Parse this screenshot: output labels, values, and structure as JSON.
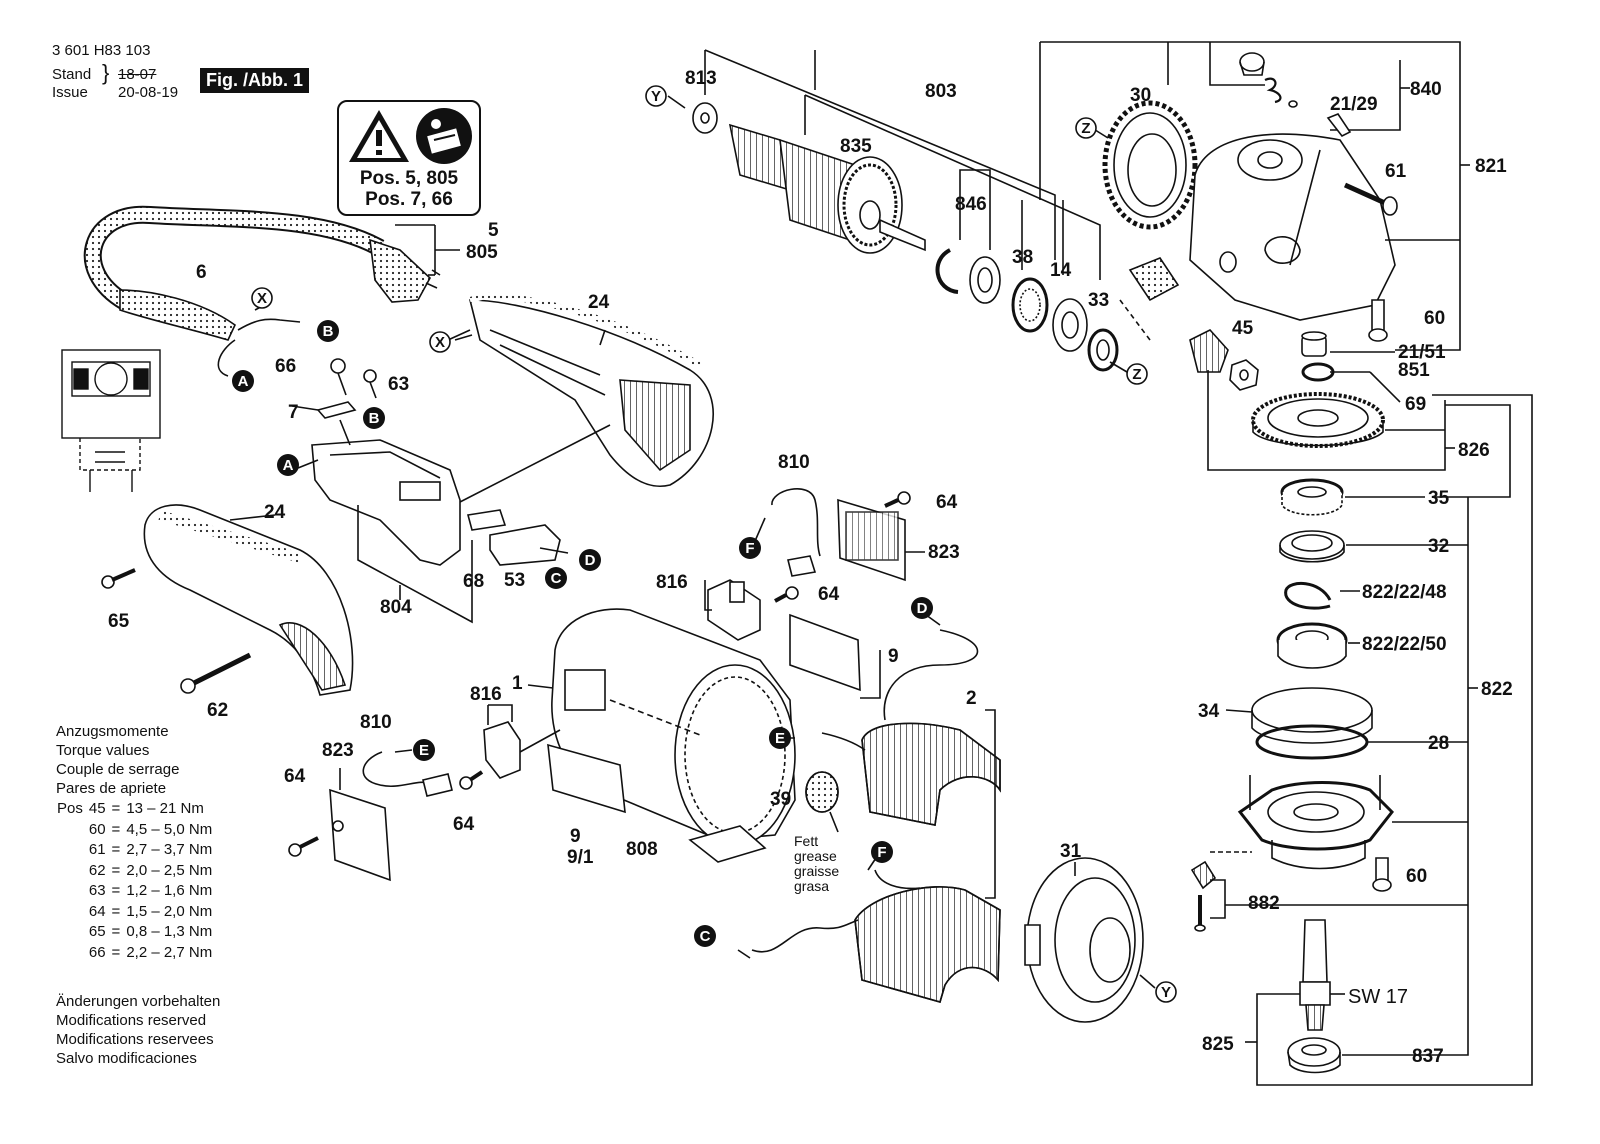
{
  "doc": {
    "part_no": "3 601 H83 103",
    "stand_label": "Stand",
    "issue_label": "Issue",
    "old_date": "18-07",
    "new_date": "20-08-19",
    "figure": "Fig. /Abb. 1"
  },
  "warning": {
    "line1": "Pos. 5, 805",
    "line2": "Pos. 7, 66"
  },
  "torque": {
    "headings": [
      "Anzugsmomente",
      "Torque values",
      "Couple de serrage",
      "Pares de apriete"
    ],
    "pos_label": "Pos",
    "rows": [
      {
        "pos": "45",
        "value": "13 – 21 Nm"
      },
      {
        "pos": "60",
        "value": "4,5 – 5,0 Nm"
      },
      {
        "pos": "61",
        "value": "2,7 – 3,7 Nm"
      },
      {
        "pos": "62",
        "value": "2,0 – 2,5 Nm"
      },
      {
        "pos": "63",
        "value": "1,2 – 1,6 Nm"
      },
      {
        "pos": "64",
        "value": "1,5 – 2,0 Nm"
      },
      {
        "pos": "65",
        "value": "0,8 – 1,3 Nm"
      },
      {
        "pos": "66",
        "value": "2,2 – 2,7 Nm"
      }
    ]
  },
  "disclaimer": [
    "Änderungen vorbehalten",
    "Modifications reserved",
    "Modifications reservees",
    "Salvo modificaciones"
  ],
  "grease": [
    "Fett",
    "grease",
    "graisse",
    "grasa"
  ],
  "parts": {
    "p813": "813",
    "p803": "803",
    "p835": "835",
    "p30": "30",
    "p840": "840",
    "p2129": "21/29",
    "p821": "821",
    "p61": "61",
    "p846": "846",
    "p38": "38",
    "p14": "14",
    "p33": "33",
    "p45": "45",
    "p60a": "60",
    "p2151": "21/51",
    "p851": "851",
    "p69": "69",
    "p826": "826",
    "p35": "35",
    "p32": "32",
    "p8222248": "822/22/48",
    "p8222250": "822/22/50",
    "p822": "822",
    "p34": "34",
    "p28": "28",
    "p60b": "60",
    "p882": "882",
    "sw17": "SW 17",
    "p825": "825",
    "p837": "837",
    "p31": "31",
    "p2": "2",
    "p1": "1",
    "p9a": "9",
    "p9b": "9",
    "p91": "9/1",
    "p808": "808",
    "p39": "39",
    "p810a": "810",
    "p810b": "810",
    "p816a": "816",
    "p816b": "816",
    "p823a": "823",
    "p823b": "823",
    "p64a": "64",
    "p64b": "64",
    "p64c": "64",
    "p64d": "64",
    "p5": "5",
    "p805": "805",
    "p6": "6",
    "p24a": "24",
    "p24b": "24",
    "p66": "66",
    "p63": "63",
    "p7": "7",
    "p68": "68",
    "p53": "53",
    "p804": "804",
    "p65": "65",
    "p62": "62"
  },
  "connectors": {
    "A": "A",
    "B": "B",
    "C": "C",
    "D": "D",
    "E": "E",
    "F": "F",
    "X": "X",
    "Y": "Y",
    "Z": "Z"
  }
}
